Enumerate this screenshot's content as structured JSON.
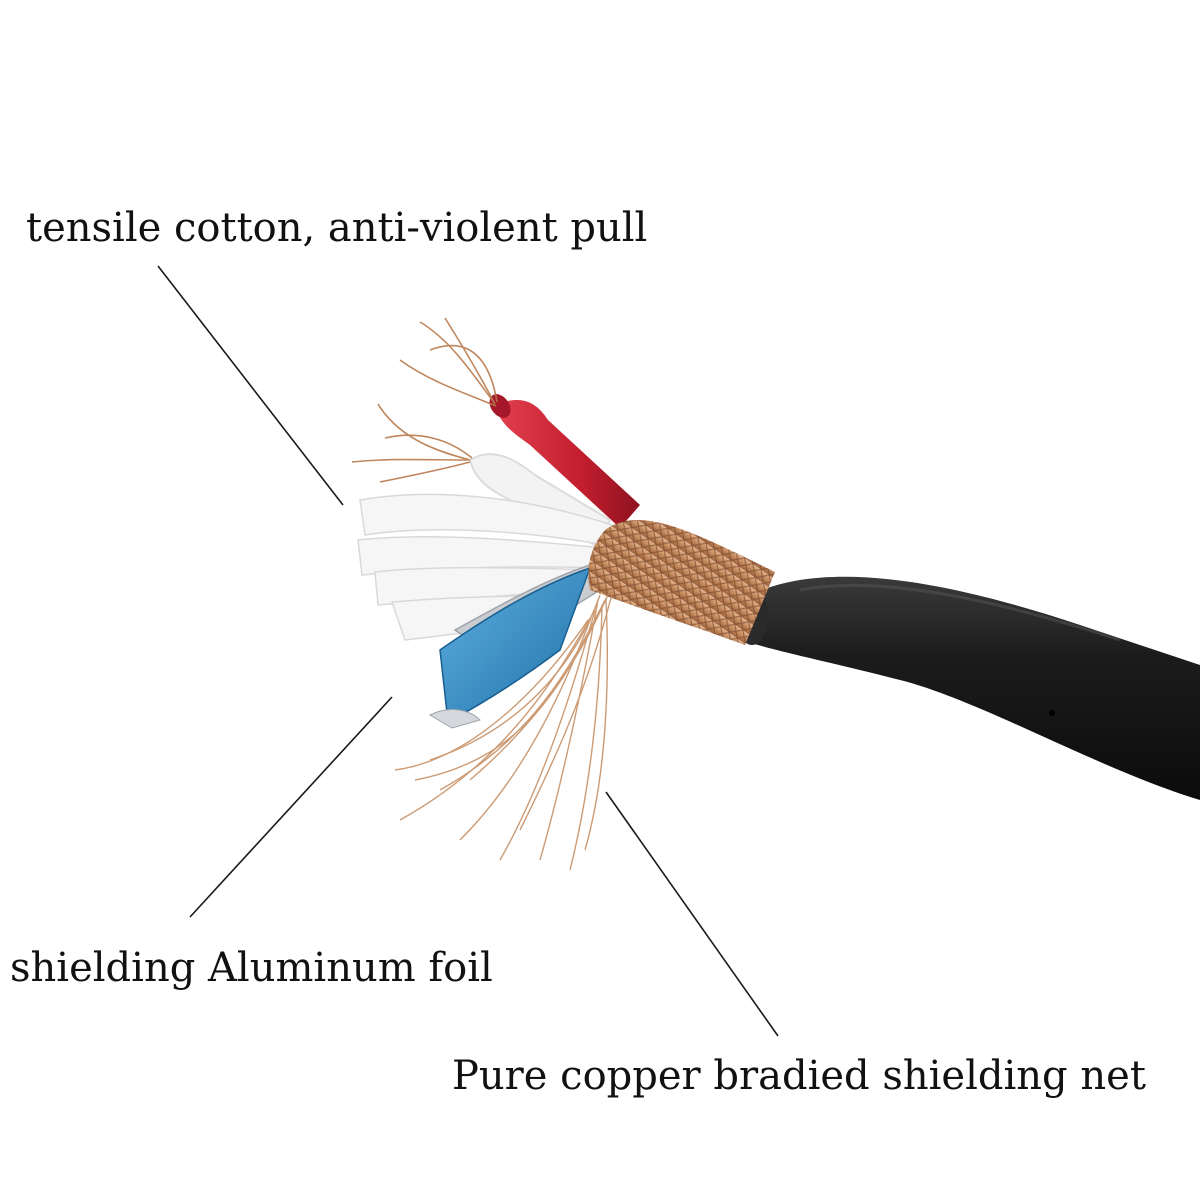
{
  "labels": {
    "tensile_cotton": "tensile cotton, anti-violent pull",
    "aluminum_foil": "shielding Aluminum foil",
    "copper_net": "Pure copper bradied shielding net"
  },
  "colors": {
    "background": "#ffffff",
    "leader_line": "#1a1a1a",
    "jacket": "#151515",
    "copper": "#c48a5c",
    "red_wire": "#c21e2e",
    "white_wire": "#f3f3f3",
    "cotton": "#f6f6f6",
    "foil_blue": "#2f86bd",
    "foil_silver": "#c9ccd0"
  }
}
